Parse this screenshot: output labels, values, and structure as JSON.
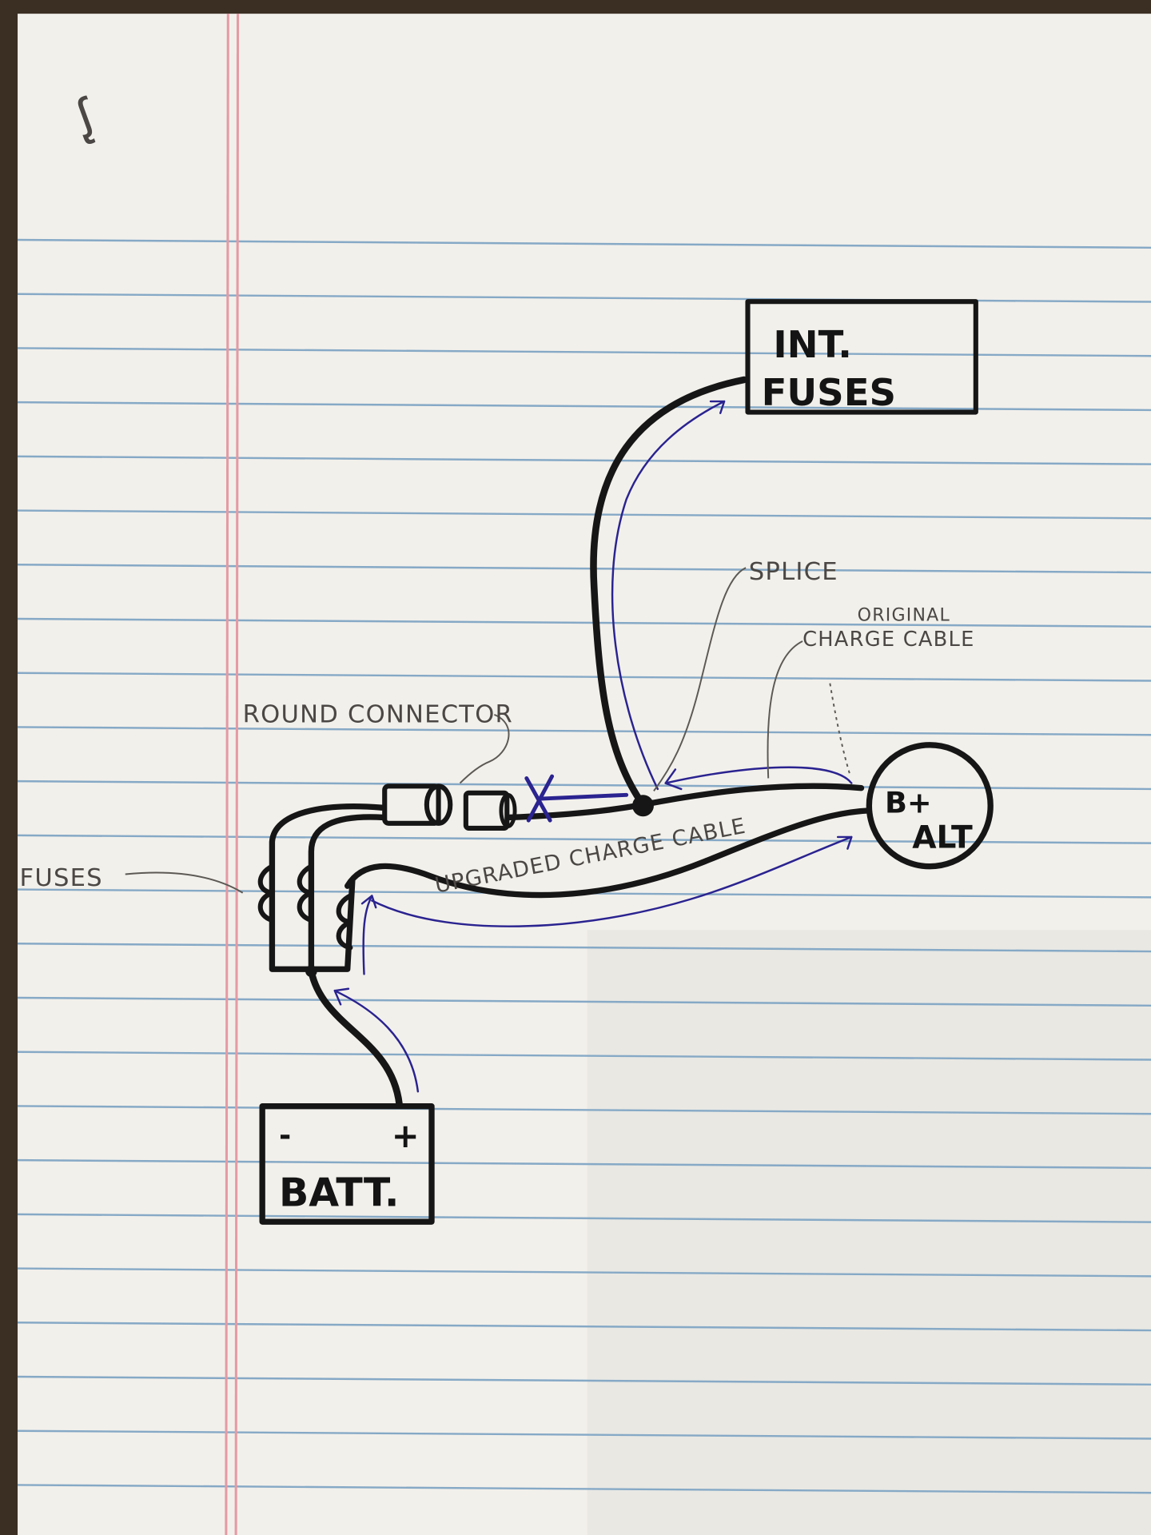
{
  "diagram": {
    "initials": "ᶘ",
    "int_fuses": {
      "line1": "INT.",
      "line2": "FUSES"
    },
    "splice_label": "SPLICE",
    "original_cable_label": {
      "line1": "ORIGINAL",
      "line2": "CHARGE CABLE"
    },
    "round_connector_label": "ROUND CONNECTOR",
    "fuses_label": "FUSES",
    "upgraded_cable_label": "UPGRADED CHARGE CABLE",
    "alternator": {
      "line1": "B+",
      "line2": "ALT"
    },
    "battery": {
      "minus": "-",
      "plus": "+",
      "label": "BATT."
    },
    "colors": {
      "paper": "#f3f1ec",
      "rule": "#86a9c6",
      "margin": "#e59aa4",
      "ink": "#161616",
      "pen": "#2a2390"
    }
  }
}
